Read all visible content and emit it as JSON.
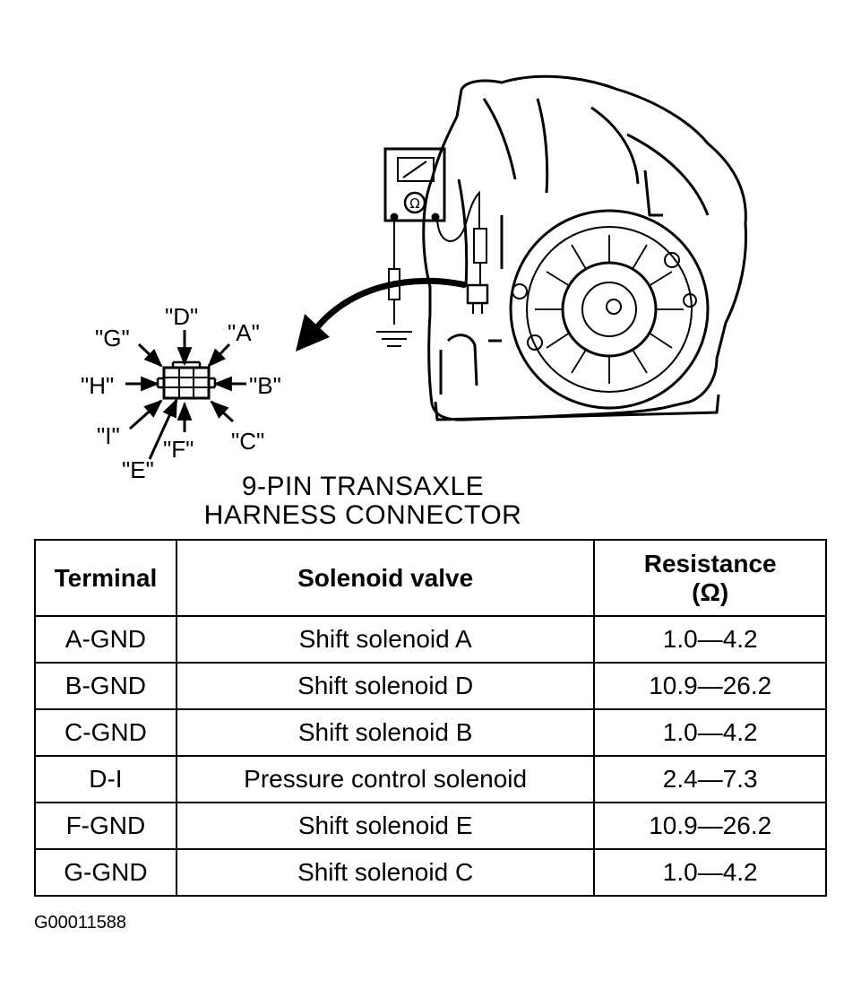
{
  "connector": {
    "labels": {
      "A": "\"A\"",
      "B": "\"B\"",
      "C": "\"C\"",
      "D": "\"D\"",
      "E": "\"E\"",
      "F": "\"F\"",
      "G": "\"G\"",
      "H": "\"H\"",
      "I": "\"I\""
    },
    "caption_line1": "9-PIN TRANSAXLE",
    "caption_line2": "HARNESS CONNECTOR"
  },
  "table": {
    "headers": {
      "terminal": "Terminal",
      "solenoid": "Solenoid valve",
      "resistance_line1": "Resistance",
      "resistance_line2": "(Ω)"
    },
    "rows": [
      {
        "terminal": "A-GND",
        "solenoid": "Shift solenoid A",
        "resistance": "1.0—4.2"
      },
      {
        "terminal": "B-GND",
        "solenoid": "Shift solenoid D",
        "resistance": "10.9—26.2"
      },
      {
        "terminal": "C-GND",
        "solenoid": "Shift solenoid B",
        "resistance": "1.0—4.2"
      },
      {
        "terminal": "D-I",
        "solenoid": "Pressure control solenoid",
        "resistance": "2.4—7.3"
      },
      {
        "terminal": "F-GND",
        "solenoid": "Shift solenoid E",
        "resistance": "10.9—26.2"
      },
      {
        "terminal": "G-GND",
        "solenoid": "Shift solenoid C",
        "resistance": "1.0—4.2"
      }
    ]
  },
  "figure_id": "G00011588"
}
